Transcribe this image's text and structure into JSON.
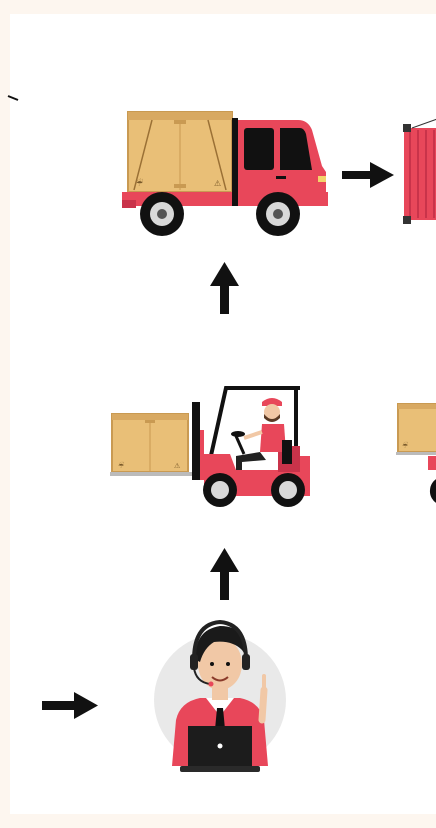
{
  "illustration": {
    "steps": [
      "customer-service-agent",
      "forklift-loading",
      "delivery-truck",
      "shipping-container"
    ],
    "icons": [
      "headset-agent-icon",
      "laptop-icon",
      "forklift-icon",
      "cardboard-box-icon",
      "truck-icon",
      "container-icon",
      "arrow-icon"
    ]
  },
  "colors": {
    "accent_red": "#e8475a",
    "accent_dark_red": "#c9334a",
    "box_tan": "#e9bf77",
    "box_dark": "#c99a52",
    "ink": "#111111",
    "wheel_gray": "#d9d9d9",
    "background": "#ffffff"
  }
}
